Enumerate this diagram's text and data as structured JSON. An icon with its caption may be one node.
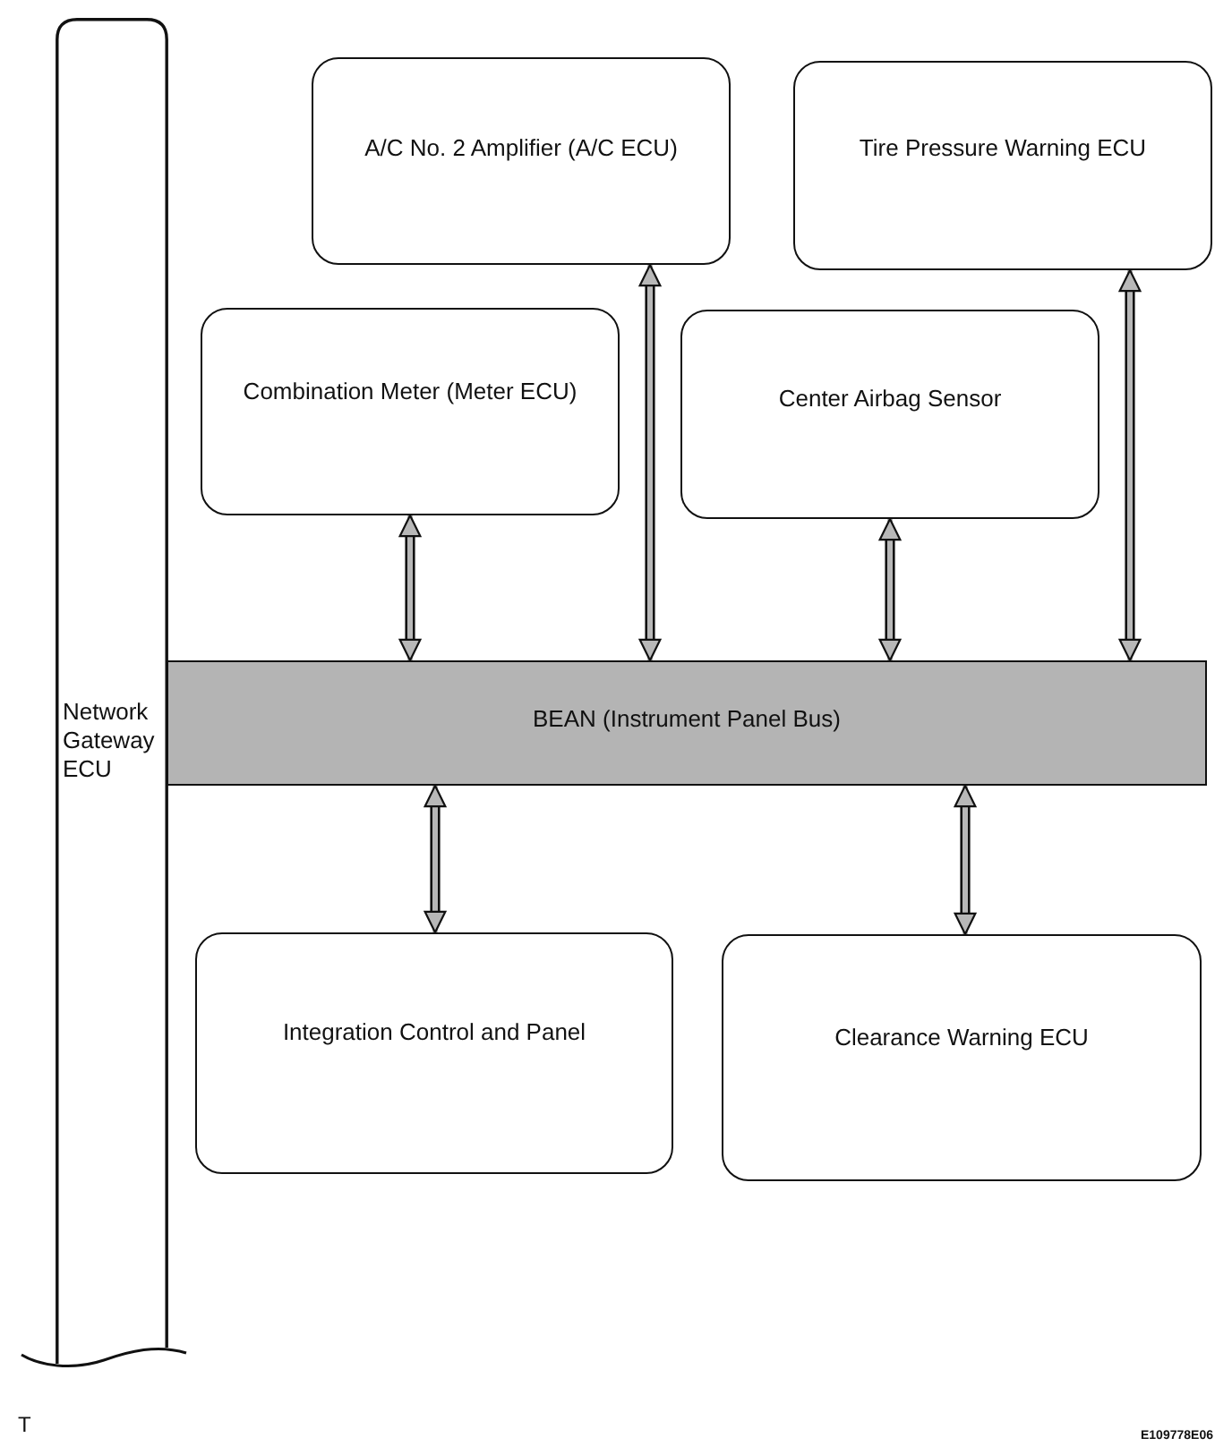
{
  "diagram": {
    "nodes": [
      {
        "text": [
          "Network Gateway ECU"
        ]
      },
      {
        "text": [
          "A/C No. 2 Amplifier (A/C ECU)"
        ]
      },
      {
        "text": [
          "Tire Pressure Warning ECU"
        ]
      },
      {
        "text": [
          "Combination Meter (Meter ECU)"
        ]
      },
      {
        "text": [
          "Center Airbag Sensor"
        ]
      },
      {
        "text": [
          "BEAN (Instrument Panel Bus)"
        ]
      },
      {
        "text": [
          "Integration Control and Panel"
        ]
      },
      {
        "text": [
          "Clearance Warning ECU"
        ]
      }
    ],
    "edges": [
      {
        "from": 3,
        "to": 5,
        "arrow": "both"
      },
      {
        "from": 1,
        "to": 5,
        "arrow": "both"
      },
      {
        "from": 4,
        "to": 5,
        "arrow": "both"
      },
      {
        "from": 2,
        "to": 5,
        "arrow": "both"
      },
      {
        "from": 5,
        "to": 6,
        "arrow": "both"
      },
      {
        "from": 5,
        "to": 7,
        "arrow": "both"
      }
    ],
    "labels": [
      "T",
      "E109778E06"
    ]
  }
}
